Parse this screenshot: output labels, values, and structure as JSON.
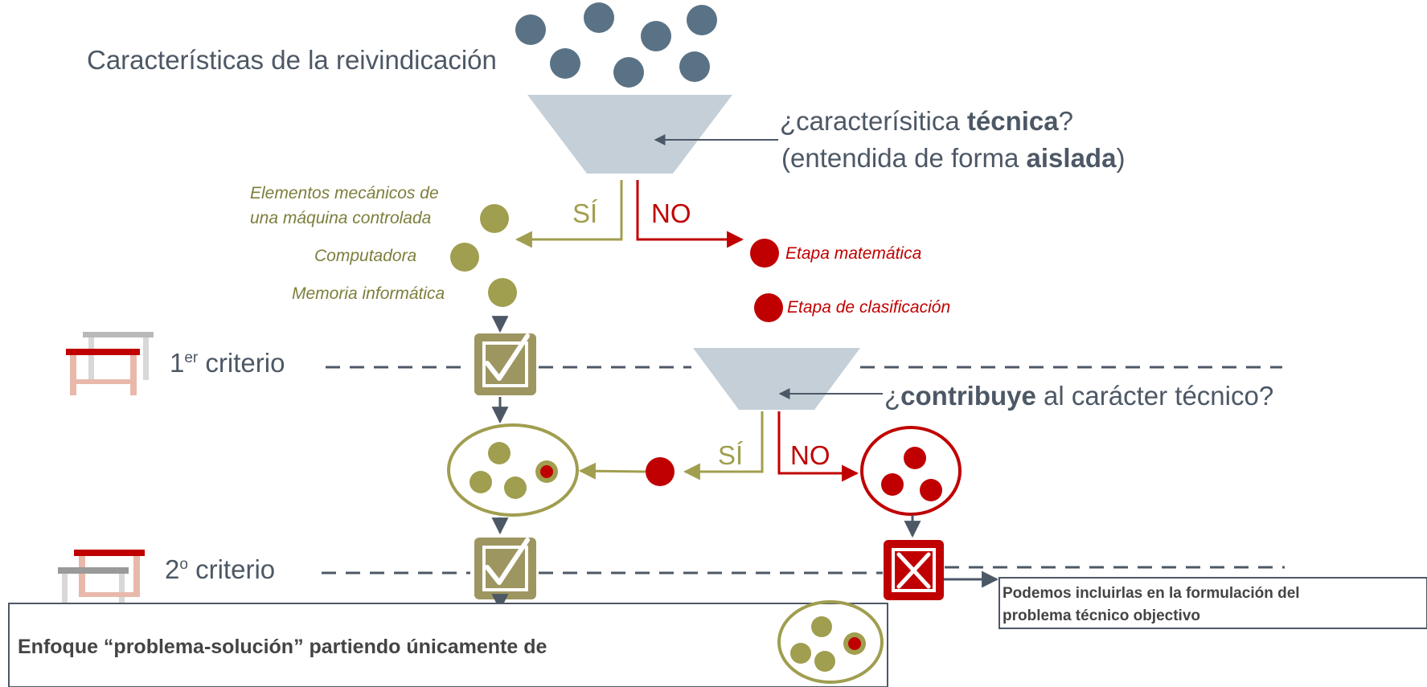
{
  "features_label": "Características de la reivindicación",
  "filter1": {
    "q_part1": "¿caracterísitica ",
    "q_bold": "técnica",
    "q_part2": "?",
    "sub_part1": "(entendida de forma ",
    "sub_bold": "aislada",
    "sub_part2": ")"
  },
  "yes_label": "SÍ",
  "no_label": "NO",
  "technical_items": [
    "Elementos mecánicos de",
    "una máquina controlada",
    "Computadora",
    "Memoria informática"
  ],
  "nontechnical_items": [
    "Etapa matemática",
    "Etapa de clasificación"
  ],
  "criterion1": {
    "num": "1",
    "sup": "er",
    "word": " criterio"
  },
  "criterion2": {
    "num": "2",
    "sup": "o",
    "word": " criterio"
  },
  "filter2": {
    "q_part1": "¿",
    "q_bold": "contribuye",
    "q_part2": " al carácter técnico?"
  },
  "note_box": "Podemos incluirlas en la formulación del problema técnico objectivo",
  "note_lines": [
    "Podemos incluirlas en la formulación del",
    "problema técnico objectivo"
  ],
  "bottom_box": "Enfoque “problema-solución” partiendo únicamente de",
  "colors": {
    "slate": "#5a7285",
    "olive": "#a09e4f",
    "red": "#c00000",
    "funnel": "#c5cfd8",
    "text": "#4d5866"
  },
  "icons": [
    "check-icon",
    "x-icon",
    "hurdle-icon",
    "funnel-icon"
  ]
}
